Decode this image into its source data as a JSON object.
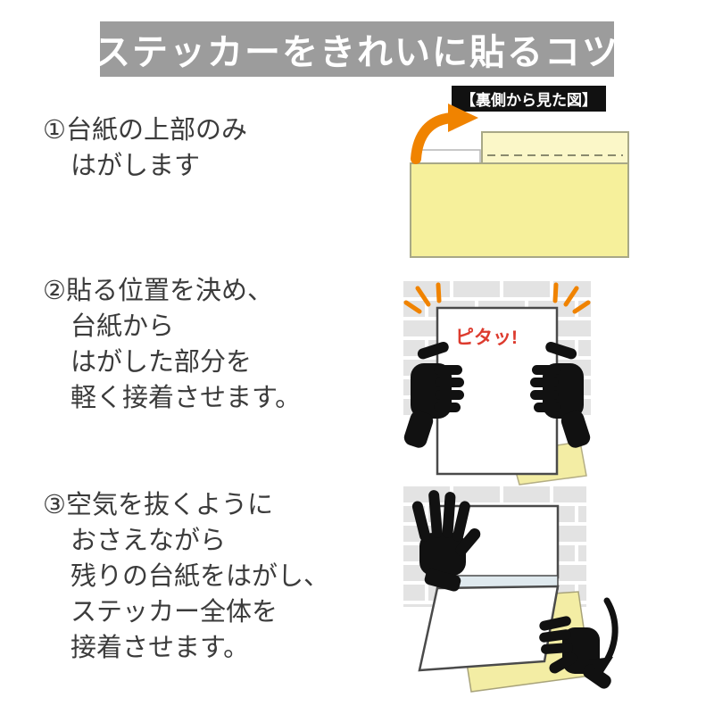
{
  "header": {
    "title": "ステッカーをきれいに貼るコツ"
  },
  "diagram_label": "【裏側から見た図】",
  "steps": [
    {
      "lines": [
        "①台紙の上部のみ",
        "はがします"
      ]
    },
    {
      "lines": [
        "②貼る位置を決め、",
        "台紙から",
        "はがした部分を",
        "軽く接着させます。"
      ],
      "annotation": "ピタッ!"
    },
    {
      "lines": [
        "③空気を抜くように",
        "おさえながら",
        "残りの台紙をはがし、",
        "ステッカー全体を",
        "接着させます。"
      ]
    }
  ],
  "colors": {
    "header_bg": "#9c9c9c",
    "text": "#3b3b3b",
    "accent_orange": "#f08300",
    "sticker_yellow": "#f6f09b",
    "backing_yellow": "#f3eda4",
    "annotation_red": "#dd3b2e",
    "brick_gray": "#e3e3e3",
    "hand_black": "#111111"
  }
}
